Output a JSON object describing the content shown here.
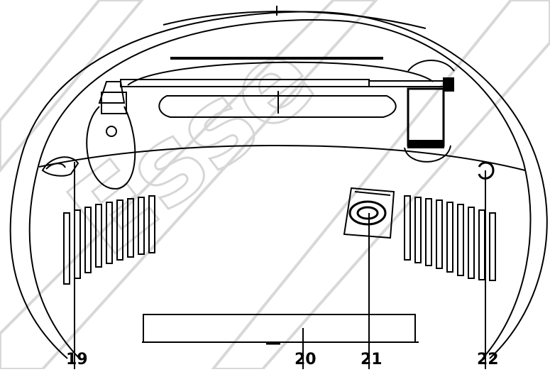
{
  "diagram": {
    "callouts": [
      {
        "id": "19",
        "label": "19"
      },
      {
        "id": "20",
        "label": "20"
      },
      {
        "id": "21",
        "label": "21"
      },
      {
        "id": "22",
        "label": "22"
      }
    ]
  },
  "watermark": {
    "text": "Esse"
  },
  "colors": {
    "line": "#000000",
    "watermark": "#d6d6d6",
    "background": "#ffffff"
  }
}
